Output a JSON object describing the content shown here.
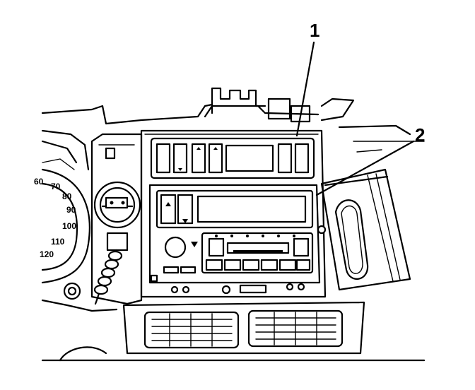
{
  "callouts": [
    {
      "id": "1",
      "label": "1"
    },
    {
      "id": "2",
      "label": "2"
    }
  ],
  "speedometer": {
    "numbers": [
      "60",
      "70",
      "80",
      "90",
      "100",
      "110",
      "120"
    ]
  }
}
